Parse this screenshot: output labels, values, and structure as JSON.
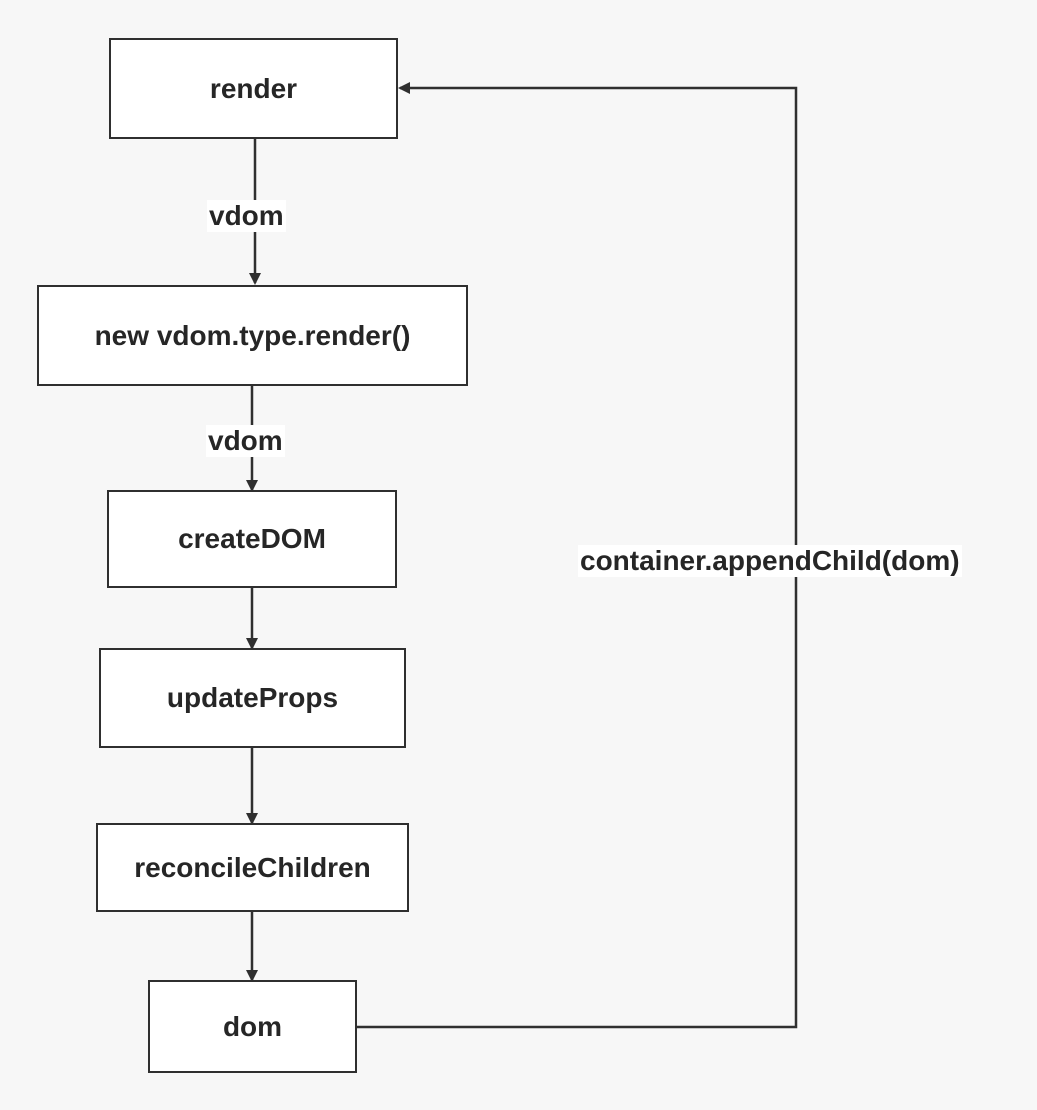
{
  "nodes": {
    "render": "render",
    "new_vdom_render": "new vdom.type.render()",
    "create_dom": "createDOM",
    "update_props": "updateProps",
    "reconcile_children": "reconcileChildren",
    "dom": "dom"
  },
  "edges": {
    "render_to_new_label": "vdom",
    "new_to_create_label": "vdom",
    "dom_to_render_label": "container.appendChild(dom)"
  },
  "colors": {
    "background": "#f7f7f7",
    "box_fill": "#ffffff",
    "stroke": "#2f2f2f",
    "text": "#262626"
  }
}
